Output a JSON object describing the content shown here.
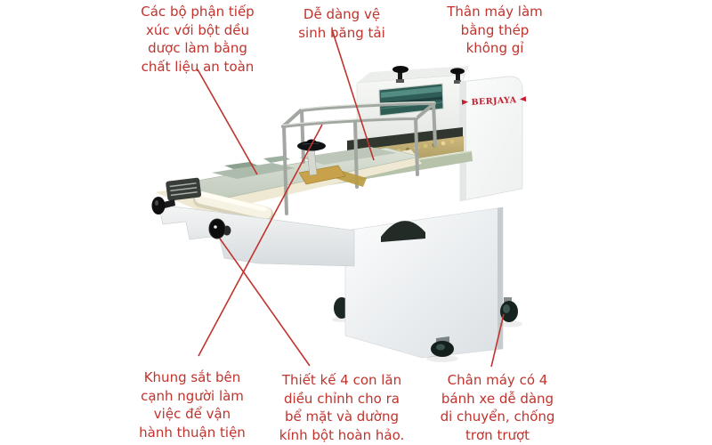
{
  "machine": {
    "brand_label": "BERJAYA",
    "brand_color": "#c41e2f"
  },
  "colors": {
    "annotation_red": "#c1332d",
    "window_teal": "#2f5d56",
    "belt_gold": "#c0ab6a",
    "body_white": "#f6f7f5"
  },
  "annotations": {
    "contact_parts": {
      "text": "Các bộ phận tiếp\nxúc với bột dều\ndược làm bằng\nchất liệu an toàn"
    },
    "belt_cleaning": {
      "text": "Dễ dàng vệ\nsinh băng tải"
    },
    "body_steel": {
      "text": "Thân máy làm\nbằng thép\nkhông gỉ"
    },
    "side_frame": {
      "text": "Khung sắt bên\ncạnh người làm\nviệc để vận\nhành thuận tiện"
    },
    "rollers": {
      "text": "Thiết kế 4 con lăn\ndiều chỉnh cho ra\nbể mặt và dường\nkính bột hoàn hảo."
    },
    "wheels": {
      "text": "Chân máy có 4\nbánh xe dễ dàng\ndi chuyển, chống\ntrơn trượt"
    }
  }
}
